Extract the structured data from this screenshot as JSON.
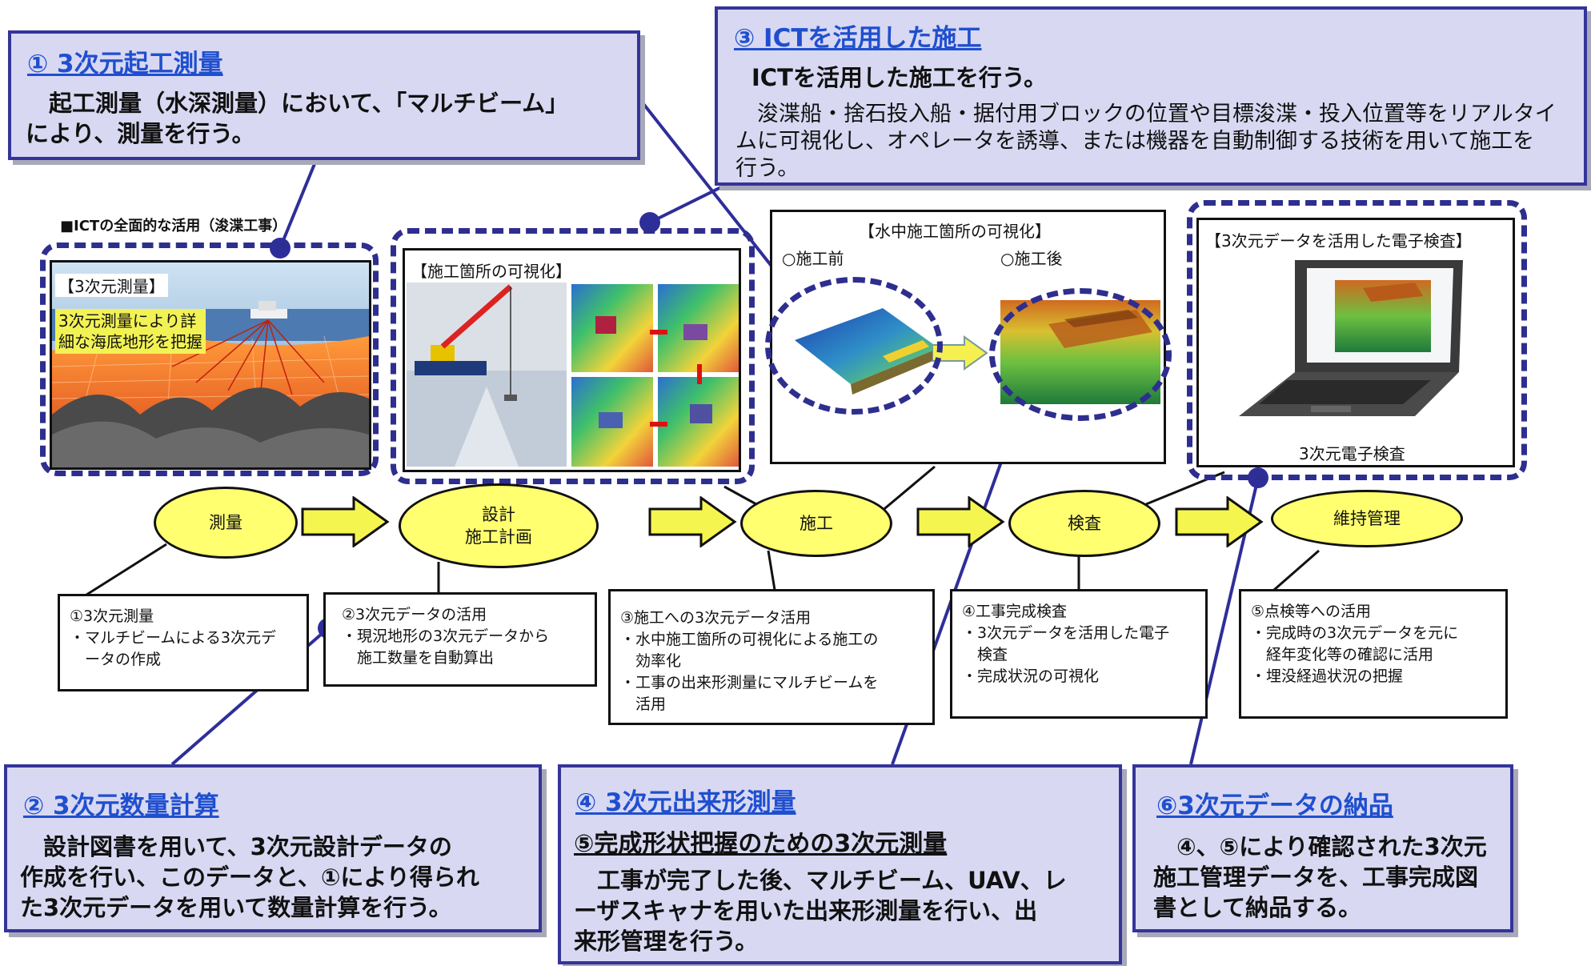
{
  "top_heading": "■ICTの全面的な活用（浚渫工事）",
  "callouts": {
    "c1": {
      "title": "① 3次元起工測量",
      "lines": [
        "　起工測量（水深測量）において、「マルチビーム」",
        "により、測量を行う。"
      ]
    },
    "c3": {
      "title": "③ ICTを活用した施工",
      "sub": "ICTを活用した施工を行う。",
      "lines": [
        "　浚渫船・捨石投入船・据付用ブロックの位置や目標浚渫・投入位置等をリアルタイ",
        "ムに可視化し、オペレータを誘導、または機器を自動制御する技術を用いて施工を",
        "行う。"
      ]
    },
    "c2": {
      "title": "② 3次元数量計算",
      "lines": [
        "　設計図書を用いて、3次元設計データの",
        "作成を行い、このデータと、①により得られ",
        "た3次元データを用いて数量計算を行う。"
      ]
    },
    "c4": {
      "title": "④ 3次元出来形測量",
      "sub": "⑤完成形状把握のための3次元測量",
      "lines": [
        "　工事が完了した後、マルチビーム、UAV、レ",
        "ーザスキャナを用いた出来形測量を行い、出",
        "来形管理を行う。"
      ]
    },
    "c6": {
      "title": "⑥3次元データの納品",
      "lines": [
        "　④、⑤により確認された3次元",
        "施工管理データを、工事完成図",
        "書として納品する。"
      ]
    }
  },
  "panels": {
    "p1": {
      "label": "【3次元測量】",
      "caption_lines": [
        "3次元測量により詳",
        "細な海底地形を把握"
      ]
    },
    "p2": {
      "label": "【施工箇所の可視化】"
    },
    "p3": {
      "label": "【水中施工箇所の可視化】",
      "before": "○施工前",
      "after": "○施工後"
    },
    "p4": {
      "label": "【3次元データを活用した電子検査】",
      "caption": "3次元電子検査"
    }
  },
  "steps": [
    {
      "label": "測量"
    },
    {
      "label": "設計\n施工計画"
    },
    {
      "label": "施工"
    },
    {
      "label": "検査"
    },
    {
      "label": "維持管理"
    }
  ],
  "details": [
    {
      "lines": [
        "①3次元測量",
        "・マルチビームによる3次元デ",
        "　ータの作成"
      ]
    },
    {
      "lines": [
        "②3次元データの活用",
        "・現況地形の3次元データから",
        "　施工数量を自動算出"
      ]
    },
    {
      "lines": [
        "③施工への3次元データ活用",
        "・水中施工箇所の可視化による施工の",
        "　効率化",
        "・工事の出来形測量にマルチビームを",
        "　活用"
      ]
    },
    {
      "lines": [
        "④工事完成検査",
        "・3次元データを活用した電子",
        "　検査",
        "・完成状況の可視化"
      ]
    },
    {
      "lines": [
        "⑤点検等への活用",
        "・完成時の3次元データを元に",
        "　経年変化等の確認に活用",
        "・埋没経過状況の把握"
      ]
    }
  ],
  "colors": {
    "callout_bg": "#d8d8f2",
    "callout_border": "#34349a",
    "title_blue": "#1f4fcf",
    "step_yellow": "#ffff70",
    "dash_navy": "#2e2e8f"
  }
}
